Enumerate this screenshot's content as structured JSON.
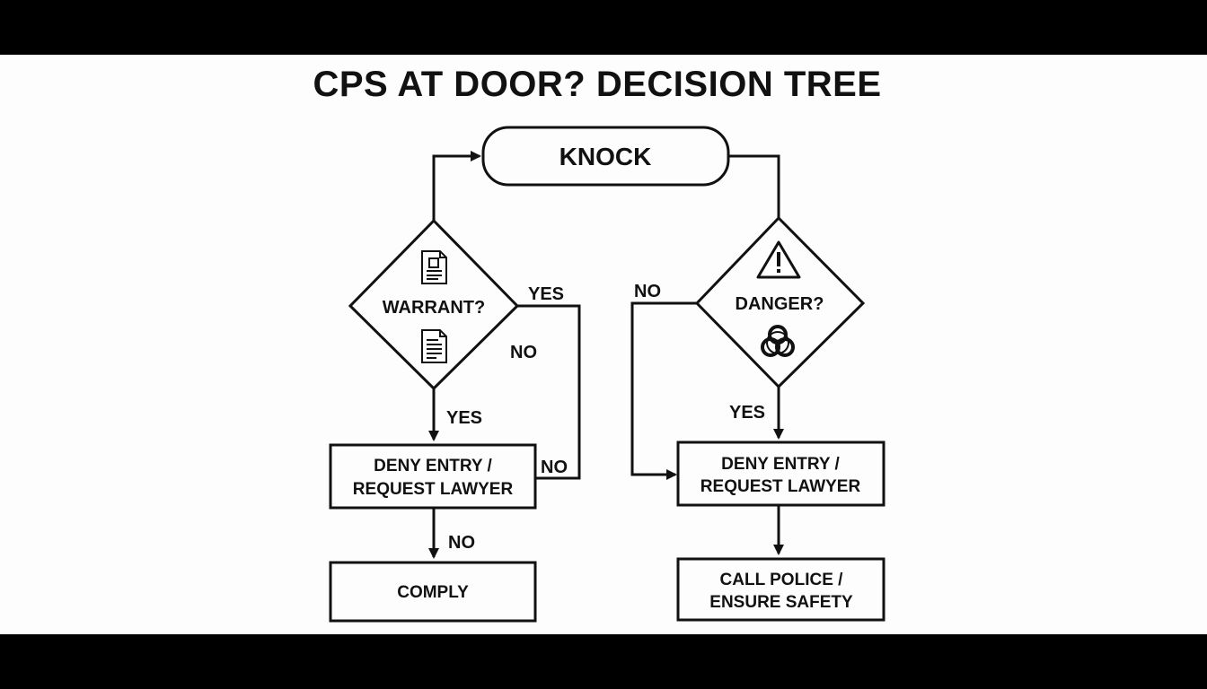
{
  "title": "CPS AT DOOR? DECISION TREE",
  "nodes": {
    "start": "KNOCK",
    "warrant": "WARRANT?",
    "danger": "DANGER?",
    "deny_left": [
      "DENY ENTRY /",
      "REQUEST LAWYER"
    ],
    "comply": "COMPLY",
    "deny_right": [
      "DENY ENTRY /",
      "REQUEST LAWYER"
    ],
    "police": [
      "CALL POLICE /",
      "ENSURE SAFETY"
    ]
  },
  "edge_labels": {
    "warrant_right_yes": "YES",
    "warrant_right_no": "NO",
    "warrant_down_yes": "YES",
    "deny_left_return_no": "NO",
    "deny_left_down_no": "NO",
    "danger_left_no": "NO",
    "danger_down_yes": "YES"
  },
  "icons": {
    "warrant_top": "document-icon",
    "warrant_bottom": "document-icon",
    "danger_top": "warning-triangle-icon",
    "danger_bottom": "biohazard-icon"
  },
  "colors": {
    "ink": "#111111",
    "background": "#fdfdfd",
    "letterbox": "#000000"
  }
}
